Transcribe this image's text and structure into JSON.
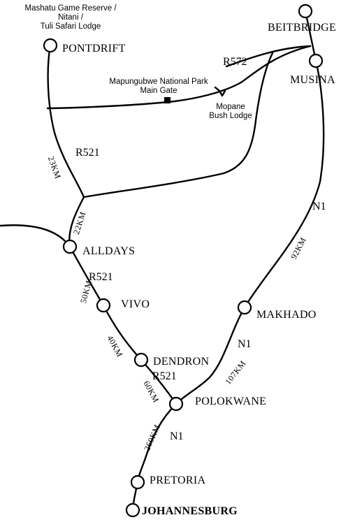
{
  "towns": {
    "beitbridge": "BEITBRIDGE",
    "musina": "MUSINA",
    "pontdrift": "PONTDRIFT",
    "alldays": "ALLDAYS",
    "vivo": "VIVO",
    "dendron": "DENDRON",
    "polokwane": "POLOKWANE",
    "makhado": "MAKHADO",
    "pretoria": "PRETORIA",
    "johannesburg": "JOHANNESBURG"
  },
  "places": {
    "mashatu_line1": "Mashatu Game Reserve /",
    "mashatu_line2": "Nitani /",
    "mashatu_line3": "Tuli Safari Lodge",
    "mapungubwe_line1": "Mapungubwe National Park",
    "mapungubwe_line2": "Main Gate",
    "mopane_line1": "Mopane",
    "mopane_line2": "Bush Lodge"
  },
  "roads": {
    "r572": "R572",
    "r521_north": "R521",
    "r521_vivo": "R521",
    "r521_dendron": "R521",
    "n1_north": "N1",
    "n1_makhado": "N1",
    "n1_south": "N1"
  },
  "distances": {
    "pontdrift_r521": "23KM",
    "to_alldays": "22KM",
    "alldays_vivo": "50KM",
    "vivo_dendron": "40KM",
    "dendron_polokwane": "60KM",
    "musina_makhado": "92KM",
    "makhado_polokwane": "107KM",
    "polokwane_pretoria": "260KM"
  }
}
